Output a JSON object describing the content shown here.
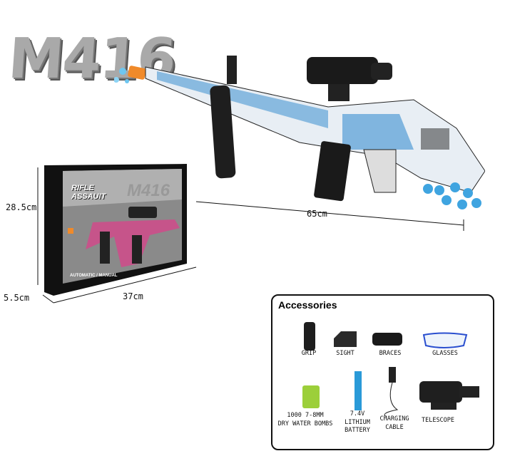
{
  "product_title": "M416",
  "box": {
    "brand_line1": "RIFLE",
    "brand_line2": "ASSAUIT",
    "box_title": "M416",
    "mode_text": "AUTOMATIC / MANUAL"
  },
  "dimensions": {
    "height": "28.5cm",
    "depth": "5.5cm",
    "width": "37cm",
    "gun_length": "65cm"
  },
  "accessories": {
    "title": "Accessories",
    "items": [
      {
        "lines": [
          "GRIP"
        ]
      },
      {
        "lines": [
          "SIGHT"
        ]
      },
      {
        "lines": [
          "BRACES"
        ]
      },
      {
        "lines": [
          "GLASSES"
        ]
      },
      {
        "lines": [
          "1000 7-8MM",
          "DRY WATER BOMBS"
        ]
      },
      {
        "lines": [
          "7.4V",
          "LITHIUM",
          "BATTERY"
        ]
      },
      {
        "lines": [
          "CHARGING",
          "CABLE"
        ]
      },
      {
        "lines": [
          "TELESCOPE"
        ]
      }
    ]
  },
  "colors": {
    "gun_blue": "#3a8fd0",
    "muzzle_orange": "#f08a2a",
    "box_black": "#111111"
  }
}
